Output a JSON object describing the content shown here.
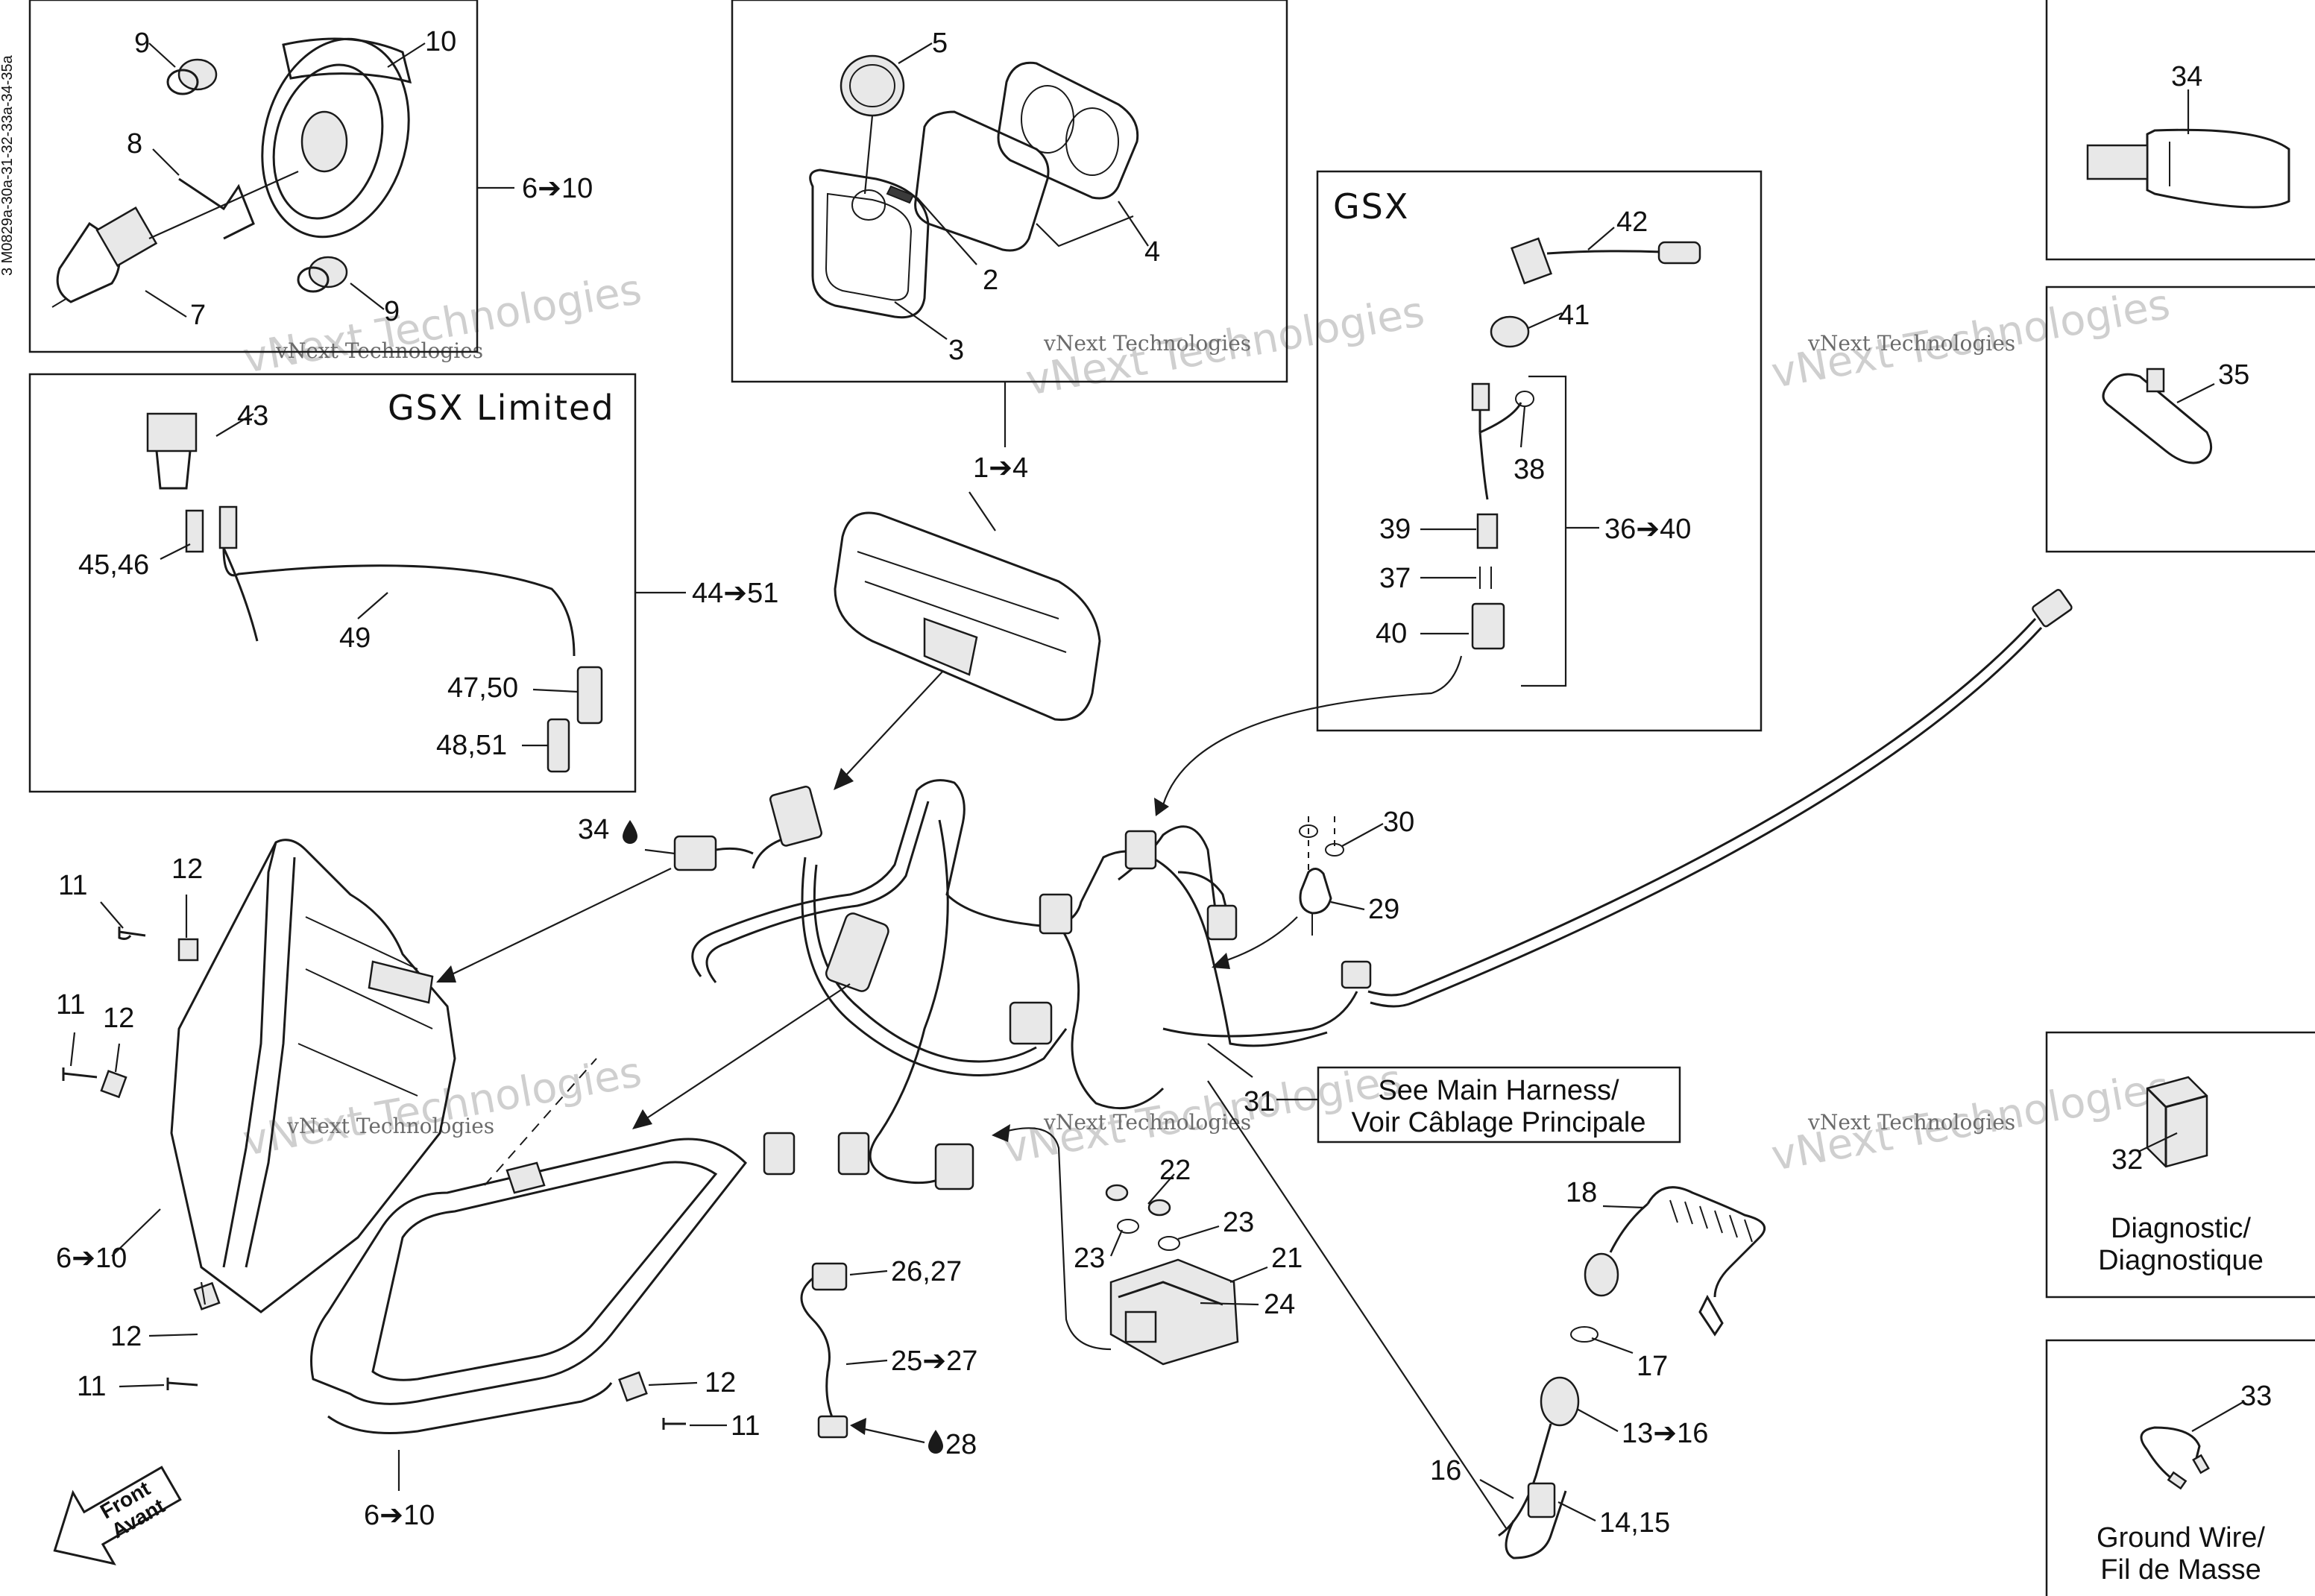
{
  "drawing_code": "3 M0829a-30a-31-32-33a-34-35a",
  "boxes": {
    "gsx_limited": {
      "title": "GSX Limited"
    },
    "gsx": {
      "title": "GSX"
    },
    "diagnostic": {
      "caption_line1": "Diagnostic/",
      "caption_line2": "Diagnostique"
    },
    "ground_wire": {
      "caption_line1": "Ground Wire/",
      "caption_line2": "Fil de Masse"
    },
    "main_harness_note": {
      "line1": "See Main Harness/",
      "line2": "Voir Câblage Principale"
    }
  },
  "front_arrow": {
    "line1": "Front",
    "line2": "Avant"
  },
  "watermark": {
    "big": "vNext Technologies",
    "small": "vNext Technologies"
  },
  "callouts": {
    "c9a": "9",
    "c10": "10",
    "c8": "8",
    "c6to10_top": "6➔10",
    "c7": "7",
    "c9b": "9",
    "c5": "5",
    "c2": "2",
    "c3": "3",
    "c4": "4",
    "c1to4": "1➔4",
    "c34": "34",
    "c35": "35",
    "c42": "42",
    "c41": "41",
    "c38": "38",
    "c39": "39",
    "c37": "37",
    "c40": "40",
    "c36to40": "36➔40",
    "c43": "43",
    "c45_46": "45,46",
    "c49": "49",
    "c44to51": "44➔51",
    "c47_50": "47,50",
    "c48_51": "48,51",
    "c34drop": "34",
    "c30": "30",
    "c29": "29",
    "c11a": "11",
    "c12a": "12",
    "c11b": "11",
    "c12b": "12",
    "c6to10_left": "6➔10",
    "c12c": "12",
    "c11c": "11",
    "c12d": "12",
    "c11d": "11",
    "c6to10_bottom": "6➔10",
    "c31": "31",
    "c32": "32",
    "c33": "33",
    "c22": "22",
    "c23a": "23",
    "c23b": "23",
    "c21": "21",
    "c24": "24",
    "c26_27": "26,27",
    "c25to27": "25➔27",
    "c28": "28",
    "c18": "18",
    "c17": "17",
    "c13to16": "13➔16",
    "c16": "16",
    "c14_15": "14,15"
  },
  "colors": {
    "line": "#1a1a1a",
    "watermark": "#cfcfcf",
    "background": "#ffffff"
  }
}
